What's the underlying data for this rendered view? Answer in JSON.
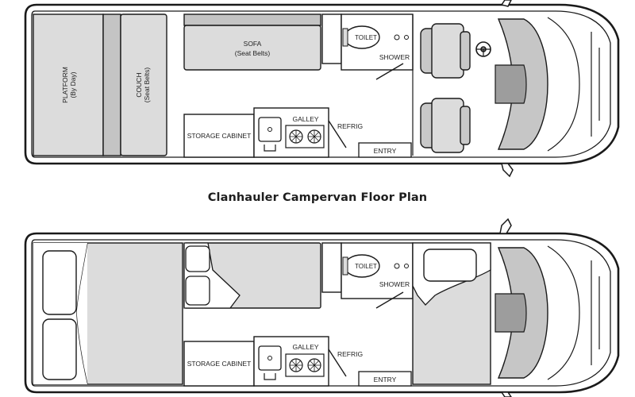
{
  "title": "Clanhauler Campervan Floor Plan",
  "plans": [
    {
      "platform_label": "PLATFORM",
      "platform_sub": "(By Day)",
      "couch_label": "COUCH",
      "couch_sub": "(Seat Belts)",
      "sofa_label": "SOFA",
      "sofa_sub": "(Seat Belts)",
      "toilet_label": "TOILET",
      "shower_label": "SHOWER",
      "storage_label": "STORAGE CABINET",
      "galley_label": "GALLEY",
      "refrig_label": "REFRIG",
      "entry_label": "ENTRY"
    },
    {
      "toilet_label": "TOILET",
      "shower_label": "SHOWER",
      "storage_label": "STORAGE CABINET",
      "galley_label": "GALLEY",
      "refrig_label": "REFRIG",
      "entry_label": "ENTRY"
    }
  ],
  "colors": {
    "outline": "#1a1a1a",
    "furniture_fill": "#dcdcdc",
    "furniture_dark": "#b9b9b9",
    "background": "#ffffff"
  }
}
